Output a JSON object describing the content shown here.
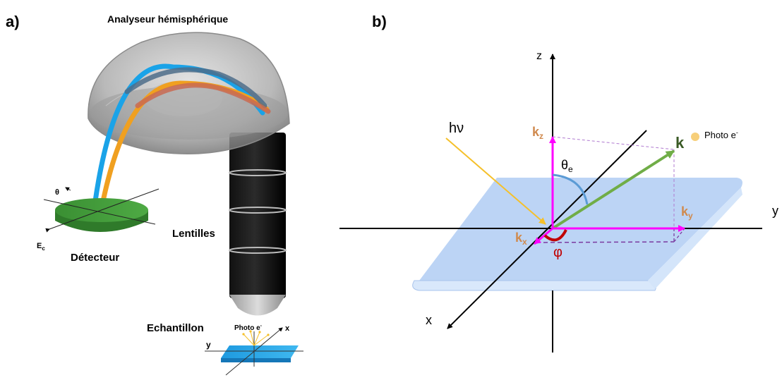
{
  "panel_a": {
    "letter": "a)",
    "analyzer_label": "Analyseur hémisphérique",
    "lenses_label": "Lentilles",
    "detector_label": "Détecteur",
    "theta_label": "θ",
    "ec_label": "E",
    "ec_sub": "c",
    "sample_label": "Echantillon",
    "photo_label": "Photo e",
    "photo_sup": "-",
    "x_label": "x",
    "y_label": "y"
  },
  "panel_b": {
    "letter": "b)",
    "z_label": "z",
    "y_label": "y",
    "x_label": "x",
    "hv_label": "hν",
    "k_label": "k",
    "kz_label": "k",
    "kz_sub": "z",
    "ky_label": "k",
    "ky_sub": "y",
    "kx_label": "k",
    "kx_sub": "x",
    "theta_label": "θ",
    "theta_sub": "e",
    "phi_label": "φ",
    "photo_label": "Photo e",
    "photo_sup": "-"
  },
  "colors": {
    "magenta": "#ff00ff",
    "green_k": "#70ad47",
    "yellow": "#f5c02a",
    "orange_label": "#d08a4e",
    "red_phi": "#c00000",
    "plate_blue": "#bcd4f5",
    "theta_arc": "#5b9bd5",
    "dot": "#f7cf7a"
  }
}
